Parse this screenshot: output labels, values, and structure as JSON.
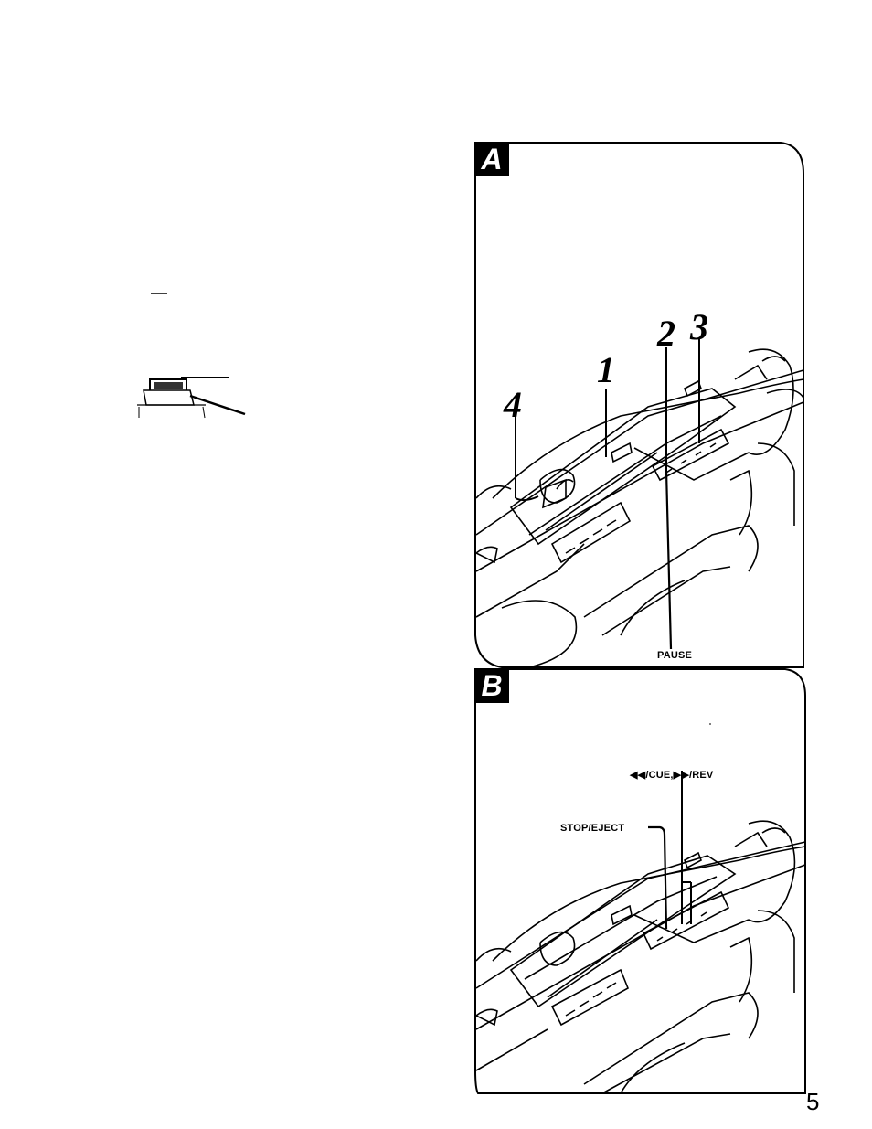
{
  "page": {
    "number": "5"
  },
  "panel_a": {
    "letter": "A",
    "callouts": [
      "1",
      "2",
      "3",
      "4"
    ],
    "pause_label": "PAUSE"
  },
  "panel_b": {
    "letter": "B",
    "cue_rev_label": "◀◀/CUE,▶▶/REV",
    "stop_eject_label": "STOP/EJECT"
  },
  "left_illustration": {
    "icon": "cassette-tape-inset"
  }
}
